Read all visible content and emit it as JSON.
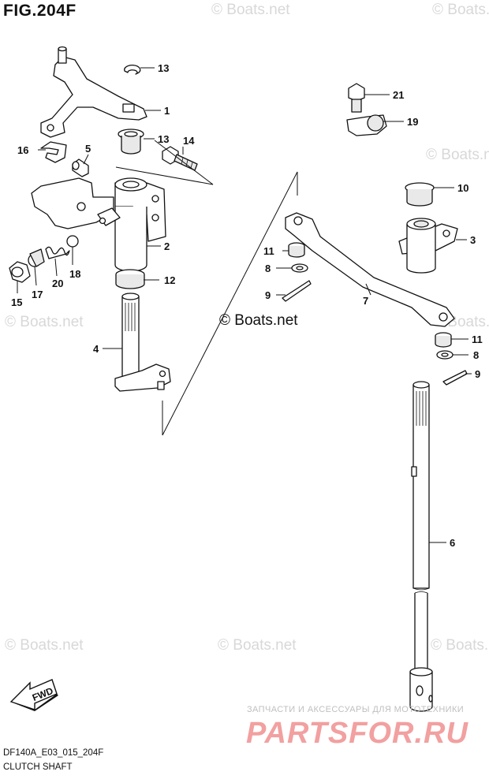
{
  "figure": {
    "title": "FIG.204F",
    "model_code": "DF140A_E03_015_204F",
    "name": "CLUTCH SHAFT",
    "copyright": "© Boats.net"
  },
  "watermarks": [
    "© Boats.net",
    "© Boats.net",
    "© Boats.net",
    "© Boats.net",
    "© Boats.net",
    "© Boats.net",
    "© Boats.net",
    "© Boats.net"
  ],
  "fwd_label": "FWD",
  "shop": {
    "tagline": "ЗАПЧАСТИ И АКСЕССУАРЫ ДЛЯ МОТОТЕХНИКИ",
    "logo": "PARTSFOR.RU"
  },
  "callouts": [
    "13",
    "1",
    "13",
    "14",
    "16",
    "5",
    "2",
    "15",
    "17",
    "20",
    "18",
    "12",
    "4",
    "21",
    "19",
    "10",
    "3",
    "11",
    "8",
    "9",
    "7",
    "11",
    "8",
    "9",
    "6"
  ]
}
